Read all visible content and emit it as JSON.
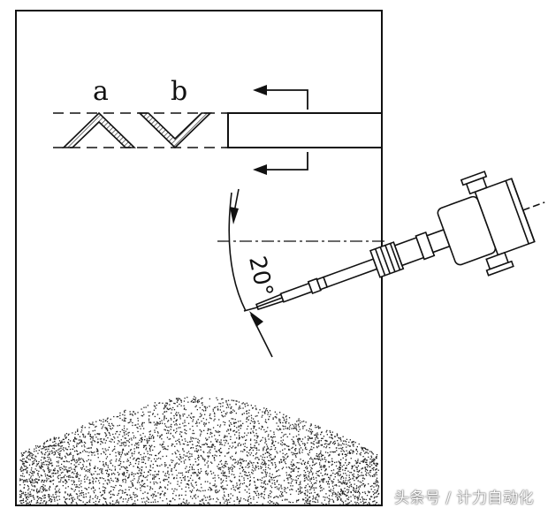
{
  "labels": {
    "a": "a",
    "b": "b",
    "angle": "20°"
  },
  "watermark": "头条号 / 计力自动化",
  "colors": {
    "line": "#111111",
    "background": "#ffffff"
  }
}
